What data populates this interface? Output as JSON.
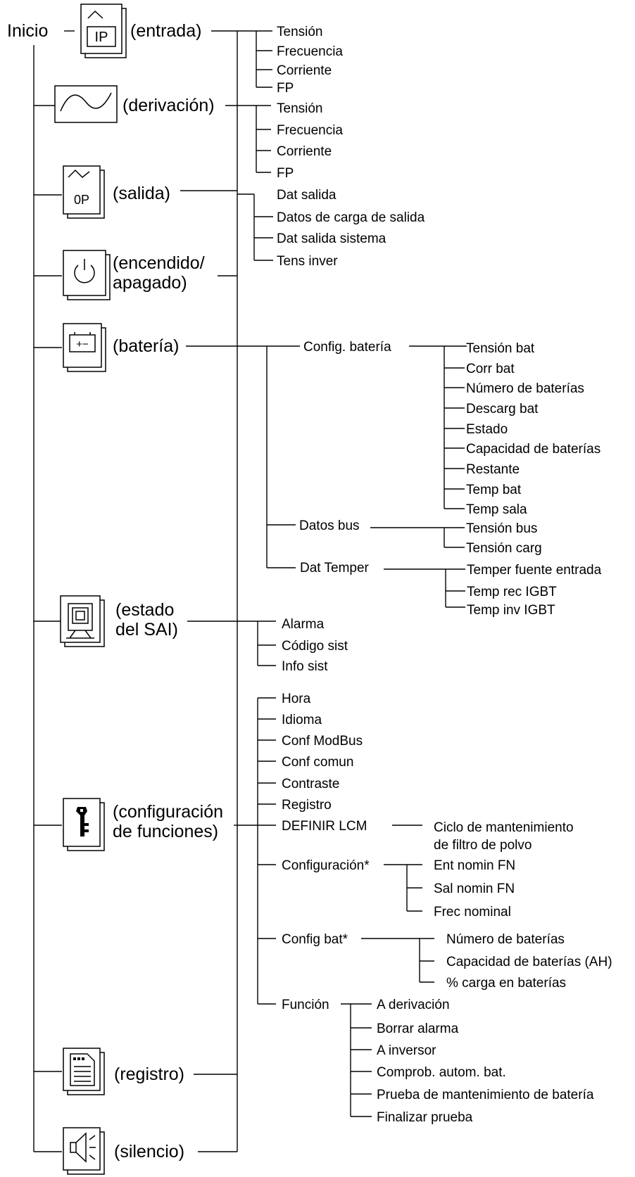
{
  "root": "Inicio",
  "categories": {
    "entrada": "(entrada)",
    "derivacion": "(derivación)",
    "salida": "(salida)",
    "encendido_l1": "(encendido/",
    "encendido_l2": "apagado)",
    "bateria": "(batería)",
    "estado_l1": "(estado",
    "estado_l2": "del SAI)",
    "config_l1": "(configuración",
    "config_l2": "de funciones)",
    "registro": "(registro)",
    "silencio": "(silencio)"
  },
  "icons": {
    "entrada": {
      "name": "input-power-icon",
      "text": "IP"
    },
    "derivacion": {
      "name": "bypass-sine-icon"
    },
    "salida": {
      "name": "output-power-icon",
      "text": "0P"
    },
    "encendido": {
      "name": "power-icon"
    },
    "bateria": {
      "name": "battery-icon",
      "text": "+−"
    },
    "estado": {
      "name": "ups-status-icon"
    },
    "config": {
      "name": "key-icon"
    },
    "registro": {
      "name": "log-document-icon"
    },
    "silencio": {
      "name": "speaker-mute-icon"
    }
  },
  "entrada_items": [
    "Tensión",
    "Frecuencia",
    "Corriente",
    "FP"
  ],
  "derivacion_items": [
    "Tensión",
    "Frecuencia",
    "Corriente",
    "FP"
  ],
  "salida_items": [
    "Dat salida",
    "Datos de carga de salida",
    "Dat salida sistema",
    "Tens inver"
  ],
  "bateria": {
    "config_label": "Config. batería",
    "config_items": [
      "Tensión bat",
      "Corr bat",
      "Número de baterías",
      "Descarg bat",
      "Estado",
      "Capacidad de baterías",
      "Restante",
      "Temp bat",
      "Temp sala"
    ],
    "bus_label": "Datos bus",
    "bus_items": [
      "Tensión bus",
      "Tensión carg"
    ],
    "temper_label": "Dat Temper",
    "temper_items": [
      "Temper fuente entrada",
      "Temp rec IGBT",
      "Temp inv IGBT"
    ]
  },
  "estado_items": [
    "Alarma",
    "Código sist",
    "Info sist"
  ],
  "config": {
    "items": [
      "Hora",
      "Idioma",
      "Conf ModBus",
      "Conf comun",
      "Contraste",
      "Registro"
    ],
    "lcm_label": "DEFINIR LCM",
    "lcm_sub_l1": "Ciclo de mantenimiento",
    "lcm_sub_l2": "de filtro de polvo",
    "conf_label": "Configuración*",
    "conf_items": [
      "Ent nomin FN",
      "Sal nomin FN",
      "Frec nominal"
    ],
    "bat_label": "Config bat*",
    "bat_items": [
      "Número de baterías",
      "Capacidad de baterías (AH)",
      "% carga en baterías"
    ],
    "func_label": "Función",
    "func_items": [
      "A derivación",
      "Borrar alarma",
      "A inversor",
      "Comprob. autom. bat.",
      "Prueba de mantenimiento de batería",
      "Finalizar prueba"
    ]
  }
}
